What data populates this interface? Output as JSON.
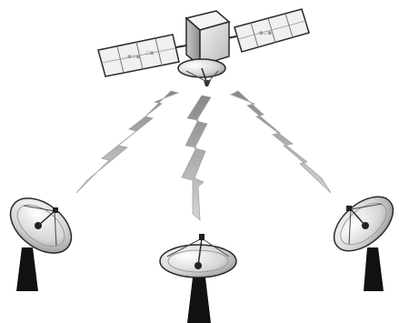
{
  "diagram": {
    "satellite": {
      "icon": "satellite-icon",
      "solar_panels": 2,
      "dish": "downlink-dish"
    },
    "signals": [
      {
        "icon": "lightning-signal-icon",
        "target": "ground-dish-left"
      },
      {
        "icon": "lightning-signal-icon",
        "target": "ground-dish-center"
      },
      {
        "icon": "lightning-signal-icon",
        "target": "ground-dish-right"
      }
    ],
    "ground_stations": [
      {
        "icon": "satellite-dish-icon"
      },
      {
        "icon": "satellite-dish-icon"
      },
      {
        "icon": "satellite-dish-icon"
      }
    ],
    "colors": {
      "body": "#dcdcdc",
      "panel": "#eeeeee",
      "outline": "#2a2a2a",
      "signal": "#bdbdbd",
      "dish": "#e6e6e6",
      "post": "#111111"
    }
  }
}
